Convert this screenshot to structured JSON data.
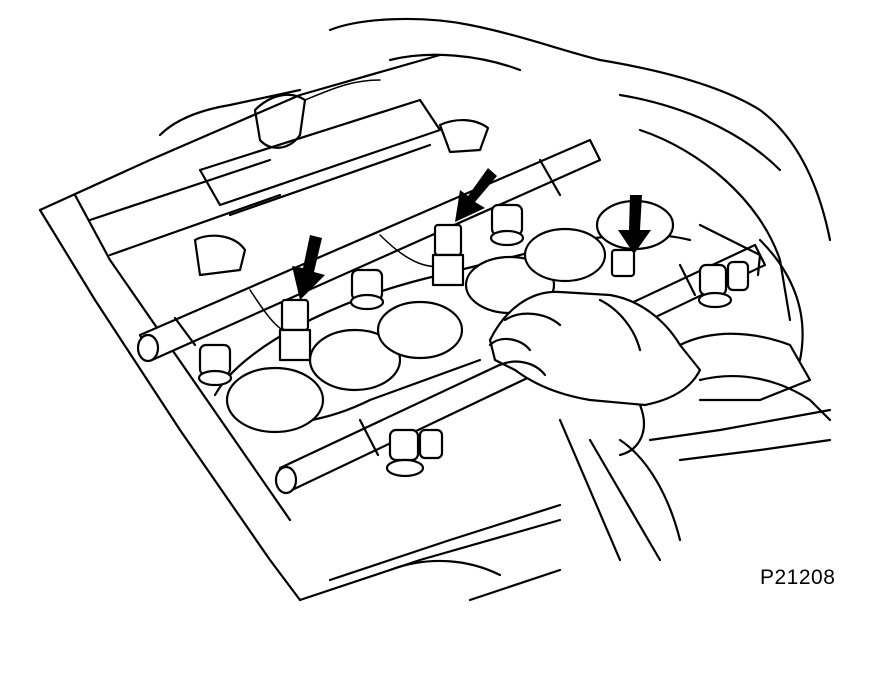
{
  "figure": {
    "code": "P21208"
  },
  "callout_arrows": [
    {
      "target": "fuel-rail-bolt-left"
    },
    {
      "target": "fuel-rail-bolt-center"
    },
    {
      "target": "fuel-rail-bolt-right"
    }
  ]
}
